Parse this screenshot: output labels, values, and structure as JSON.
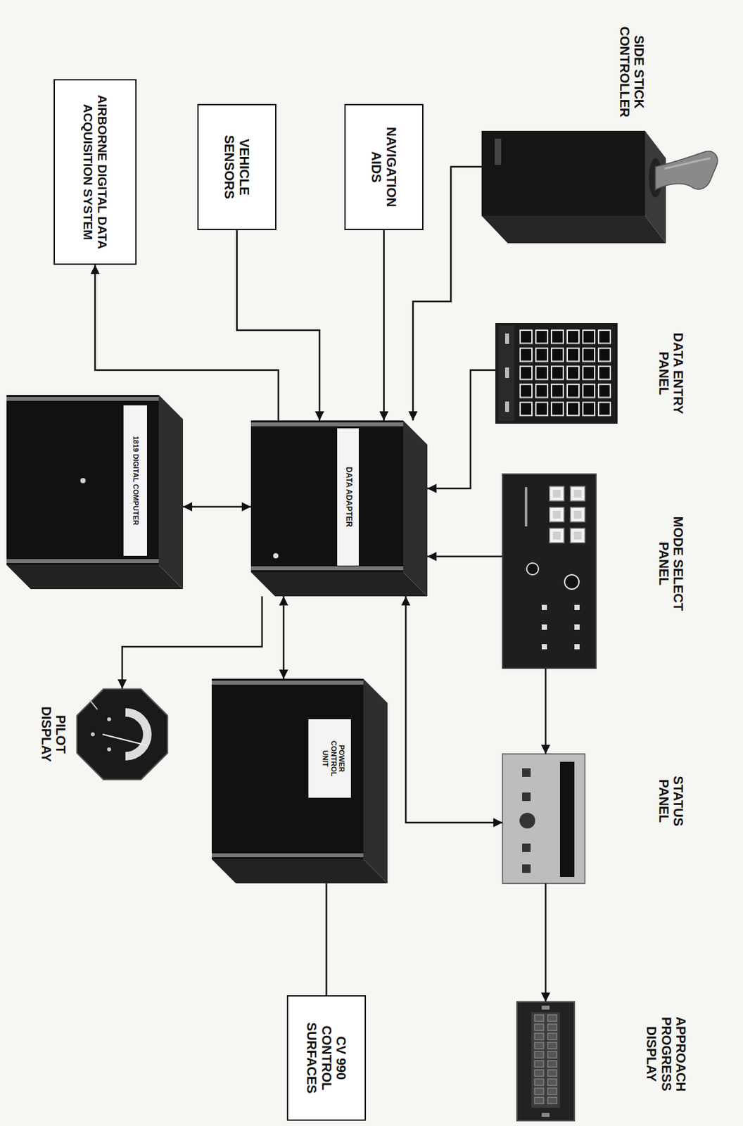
{
  "diagram": {
    "nodes": [
      {
        "text": [
          "SIDE STICK CONTROLLER"
        ]
      },
      {
        "text": [
          "DATA ENTRY PANEL"
        ]
      },
      {
        "text": [
          "MODE SELECT PANEL"
        ]
      },
      {
        "text": [
          "STATUS PANEL"
        ]
      },
      {
        "text": [
          "APPROACH PROGRESS DISPLAY"
        ]
      },
      {
        "text": [
          "NAVIGATION AIDS"
        ]
      },
      {
        "text": [
          "DATA ADAPTER"
        ]
      },
      {
        "text": [
          "POWER CONTROL UNIT"
        ]
      },
      {
        "text": [
          "CV 990 CONTROL SURFACES"
        ]
      },
      {
        "text": [
          "VEHICLE SENSORS"
        ]
      },
      {
        "text": [
          "AIRBORNE DIGITAL DATA ACQUISITION SYSTEM"
        ]
      },
      {
        "text": [
          "1819 DIGITAL COMPUTER"
        ]
      },
      {
        "text": [
          "PILOT DISPLAY"
        ]
      }
    ],
    "edges": [
      {
        "from": 0,
        "to": 6,
        "arrow": "to"
      },
      {
        "from": 5,
        "to": 6,
        "arrow": "to"
      },
      {
        "from": 9,
        "to": 6,
        "arrow": "to"
      },
      {
        "from": 6,
        "to": 10,
        "arrow": "to"
      },
      {
        "from": 1,
        "to": 6,
        "arrow": "to"
      },
      {
        "from": 2,
        "to": 6,
        "arrow": "to"
      },
      {
        "from": 2,
        "to": 3,
        "arrow": "to"
      },
      {
        "from": 6,
        "to": 3,
        "arrow": "both"
      },
      {
        "from": 3,
        "to": 4,
        "arrow": "to"
      },
      {
        "from": 6,
        "to": 11,
        "arrow": "both"
      },
      {
        "from": 6,
        "to": 12,
        "arrow": "to"
      },
      {
        "from": 6,
        "to": 7,
        "arrow": "both"
      },
      {
        "from": 7,
        "to": 8,
        "arrow": "none"
      }
    ]
  }
}
